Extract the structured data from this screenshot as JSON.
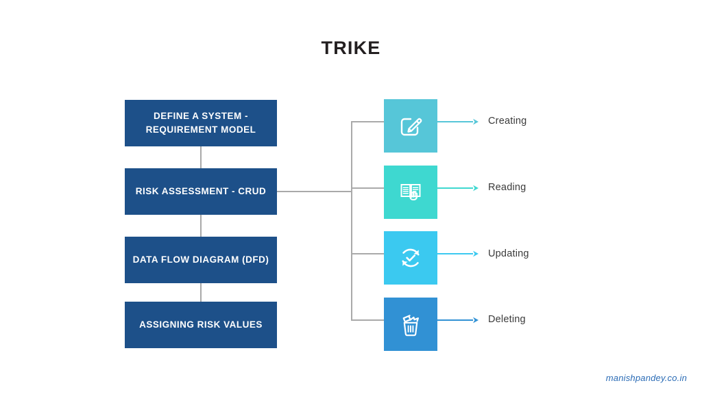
{
  "slide": {
    "title": "TRIKE",
    "background_color": "#ffffff",
    "footer": "manishpandey.co.in",
    "footer_color": "#2a6bb5"
  },
  "process_steps": [
    {
      "label": "DEFINE A SYSTEM - REQUIREMENT MODEL",
      "color": "#1d5089"
    },
    {
      "label": "RISK ASSESSMENT - CRUD",
      "color": "#1d5089"
    },
    {
      "label": "DATA FLOW DIAGRAM (DFD)",
      "color": "#1d5089"
    },
    {
      "label": "ASSIGNING RISK VALUES",
      "color": "#1d5089"
    }
  ],
  "crud_operations": [
    {
      "label": "Creating",
      "icon": "pencil-square-icon",
      "tile_color": "#56c6d8",
      "arrow_color": "#56c6d8"
    },
    {
      "label": "Reading",
      "icon": "book-hand-icon",
      "tile_color": "#3ed8d0",
      "arrow_color": "#3ed8d0"
    },
    {
      "label": "Updating",
      "icon": "refresh-check-icon",
      "tile_color": "#3bc9f0",
      "arrow_color": "#3bc9f0"
    },
    {
      "label": "Deleting",
      "icon": "trash-bin-icon",
      "tile_color": "#3191d4",
      "arrow_color": "#3191d4"
    }
  ],
  "connectors": {
    "color": "#a9a9a9",
    "source_step": "RISK ASSESSMENT - CRUD"
  }
}
